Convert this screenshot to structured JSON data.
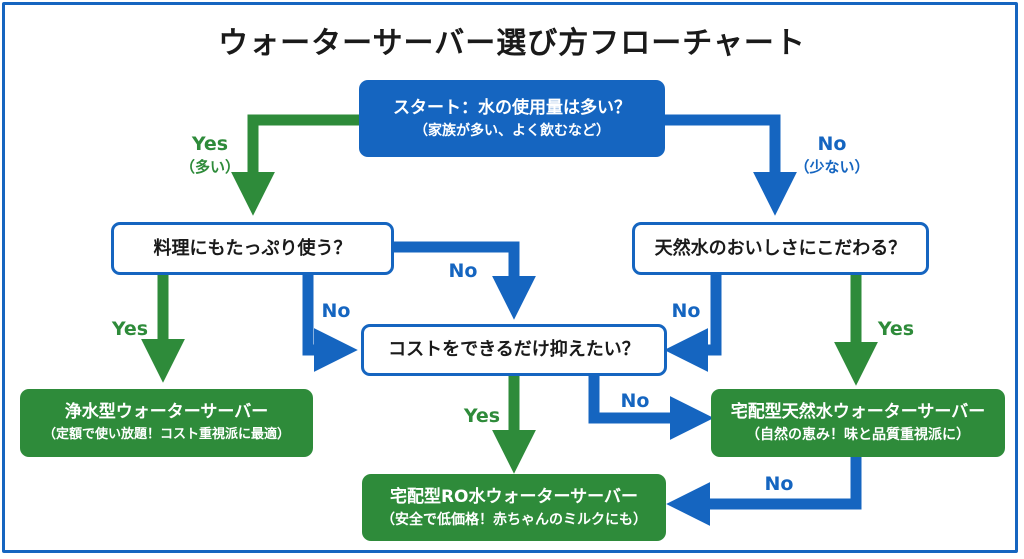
{
  "title": "ウォーターサーバー選び方フローチャート",
  "colors": {
    "blue": "#1565c0",
    "green": "#2e8b3a",
    "text": "#1a1a1a"
  },
  "nodes": {
    "start": {
      "line1": "スタート：水の使用量は多い？",
      "line2": "（家族が多い、よく飲むなど）"
    },
    "cooking": {
      "line1": "料理にもたっぷり使う？"
    },
    "natural": {
      "line1": "天然水のおいしさにこだわる？"
    },
    "cost": {
      "line1": "コストをできるだけ抑えたい？"
    },
    "purifier": {
      "line1": "浄水型ウォーターサーバー",
      "line2": "（定額で使い放題！コスト重視派に最適）"
    },
    "natural_delivery": {
      "line1": "宅配型天然水ウォーターサーバー",
      "line2": "（自然の恵み！味と品質重視派に）"
    },
    "ro_delivery": {
      "line1": "宅配型RO水ウォーターサーバー",
      "line2": "（安全で低価格！赤ちゃんのミルクにも）"
    }
  },
  "edges": {
    "start_yes": {
      "label": "Yes",
      "sub": "（多い）"
    },
    "start_no": {
      "label": "No",
      "sub": "（少ない）"
    },
    "cooking_yes": {
      "label": "Yes"
    },
    "cooking_no_right": {
      "label": "No"
    },
    "cooking_no_down": {
      "label": "No"
    },
    "natural_no": {
      "label": "No"
    },
    "natural_yes": {
      "label": "Yes"
    },
    "cost_yes": {
      "label": "Yes"
    },
    "cost_no": {
      "label": "No"
    },
    "natural_box_no": {
      "label": "No"
    }
  }
}
